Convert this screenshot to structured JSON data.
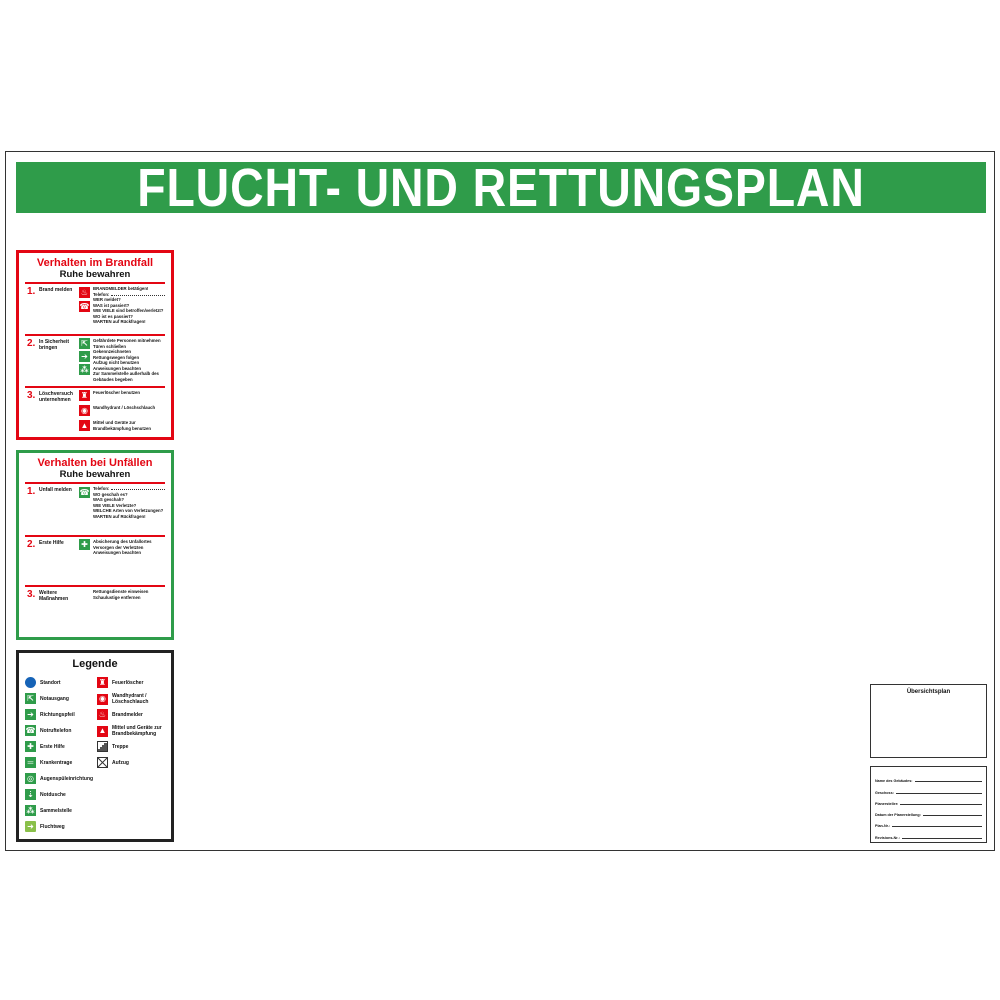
{
  "title": "FLUCHT- UND RETTUNGSPLAN",
  "colors": {
    "green": "#2f9c4a",
    "red": "#e30613",
    "blue": "#1663b7"
  },
  "fire": {
    "title": "Verhalten im Brandfall",
    "subtitle": "Ruhe bewahren",
    "steps": [
      {
        "num": "1.",
        "label": "Brand melden",
        "lines": [
          "BRANDMELDER betätigen!",
          "Telefon:",
          "WER meldet?",
          "WAS ist passiert?",
          "WIE VIELE sind betroffen/verletzt?",
          "WO ist es passiert?",
          "WARTEN auf Rückfragen!"
        ]
      },
      {
        "num": "2.",
        "label": "In Sicherheit bringen",
        "lines": [
          "Gefährdete Personen mitnehmen",
          "Türen schließen",
          "Gekennzeichneten",
          "Rettungswegen folgen",
          "Aufzug nicht benutzen",
          "Anweisungen beachten",
          "Zur Sammelstelle außerhalb des",
          "Gebäudes begeben"
        ]
      },
      {
        "num": "3.",
        "label": "Löschversuch unternehmen",
        "lines": [
          "Feuerlöscher benutzen",
          "",
          "Wandhydrant / Löschschlauch",
          "",
          "Mittel und Geräte zur",
          "Brandbekämpfung benutzen"
        ]
      }
    ]
  },
  "accident": {
    "title": "Verhalten bei Unfällen",
    "subtitle": "Ruhe bewahren",
    "steps": [
      {
        "num": "1.",
        "label": "Unfall melden",
        "lines": [
          "Telefon:",
          "WO geschah es?",
          "WAS geschah?",
          "WIE VIELE Verletzte?",
          "WELCHE Arten von Verletzungen?",
          "WARTEN auf Rückfragen!"
        ]
      },
      {
        "num": "2.",
        "label": "Erste Hilfe",
        "lines": [
          "Absicherung des Unfallortes",
          "Versorgen der Verletzten",
          "Anweisungen beachten"
        ]
      },
      {
        "num": "3.",
        "label": "Weitere Maßnahmen",
        "lines": [
          "Rettungsdienste einweisen",
          "Schaulustige entfernen"
        ]
      }
    ]
  },
  "legend": {
    "title": "Legende",
    "left": [
      {
        "icon": "standort-icon",
        "label": "Standort"
      },
      {
        "icon": "notausgang-icon",
        "label": "Notausgang"
      },
      {
        "icon": "richtungspfeil-icon",
        "label": "Richtungspfeil"
      },
      {
        "icon": "notruftelefon-icon",
        "label": "Notruftelefon"
      },
      {
        "icon": "erste-hilfe-icon",
        "label": "Erste Hilfe"
      },
      {
        "icon": "krankentrage-icon",
        "label": "Krankentrage"
      },
      {
        "icon": "augenspueleinrichtung-icon",
        "label": "Augenspüleinrichtung"
      },
      {
        "icon": "notdusche-icon",
        "label": "Notdusche"
      },
      {
        "icon": "sammelstelle-icon",
        "label": "Sammelstelle"
      },
      {
        "icon": "fluchtweg-icon",
        "label": "Fluchtweg"
      }
    ],
    "right": [
      {
        "icon": "feuerloescher-icon",
        "label": "Feuerlöscher"
      },
      {
        "icon": "wandhydrant-icon",
        "label": "Wandhydrant / Löschschlauch"
      },
      {
        "icon": "brandmelder-icon",
        "label": "Brandmelder"
      },
      {
        "icon": "brandbekaempfung-icon",
        "label": "Mittel und Geräte zur Brandbekämpfung"
      },
      {
        "icon": "treppe-icon",
        "label": "Treppe"
      },
      {
        "icon": "aufzug-icon",
        "label": "Aufzug"
      }
    ]
  },
  "overview": {
    "title": "Übersichtsplan"
  },
  "info": {
    "rows": [
      "Name des Gebäudes:",
      "Geschoss:",
      "Planersteller:",
      "Datum der Planerstellung:",
      "Plan-Nr.:",
      "Revisions-Nr.:"
    ]
  }
}
